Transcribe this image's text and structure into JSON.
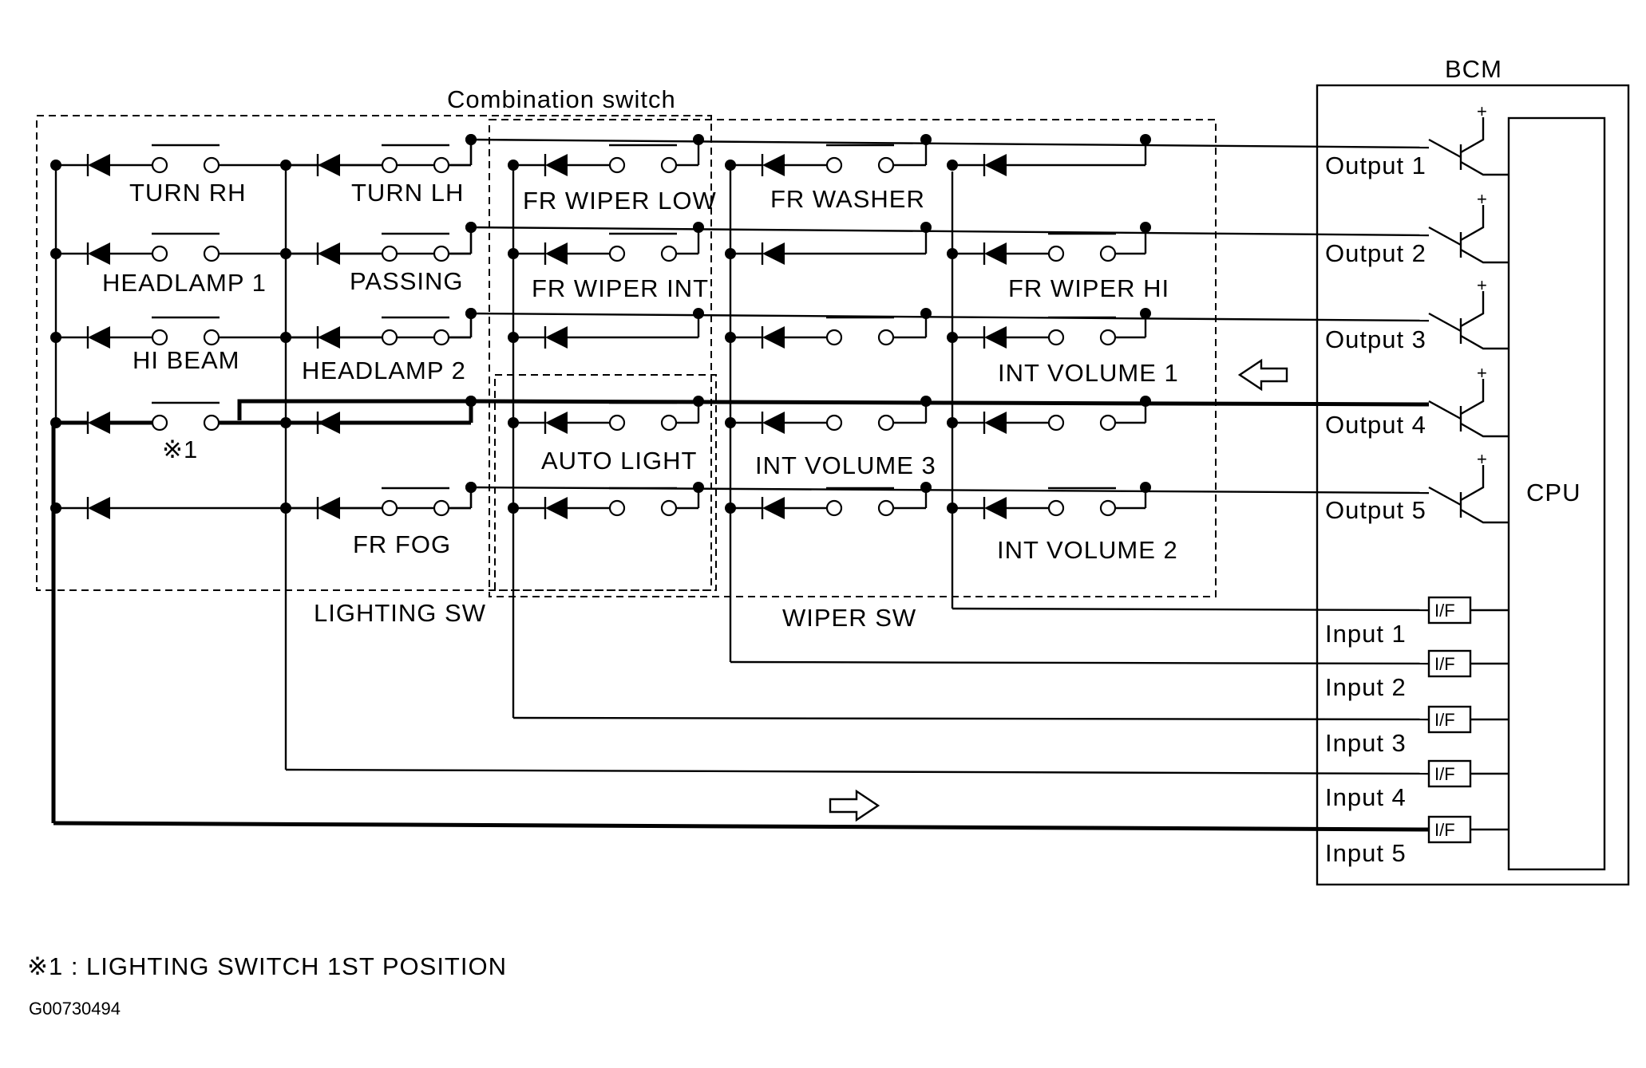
{
  "labels": {
    "bcm": "BCM",
    "cpu": "CPU",
    "combination_switch": "Combination switch",
    "lighting_sw": "LIGHTING SW",
    "wiper_sw": "WIPER SW",
    "interface": "I/F",
    "transistor_plus": "+"
  },
  "switches": {
    "turn_rh": "TURN RH",
    "turn_lh": "TURN LH",
    "headlamp_1": "HEADLAMP 1",
    "passing": "PASSING",
    "hi_beam": "HI BEAM",
    "headlamp_2": "HEADLAMP 2",
    "note_mark": "※1",
    "fr_fog": "FR FOG",
    "fr_wiper_low": "FR WIPER LOW",
    "fr_washer": "FR WASHER",
    "fr_wiper_int": "FR WIPER INT",
    "fr_wiper_hi": "FR WIPER HI",
    "int_volume_1": "INT VOLUME 1",
    "auto_light": "AUTO LIGHT",
    "int_volume_3": "INT VOLUME 3",
    "int_volume_2": "INT VOLUME 2"
  },
  "outputs": [
    "Output 1",
    "Output 2",
    "Output 3",
    "Output 4",
    "Output 5"
  ],
  "inputs": [
    "Input 1",
    "Input 2",
    "Input 3",
    "Input 4",
    "Input 5"
  ],
  "footnote": "※1 : LIGHTING SWITCH 1ST POSITION",
  "figure_code": "G00730494"
}
